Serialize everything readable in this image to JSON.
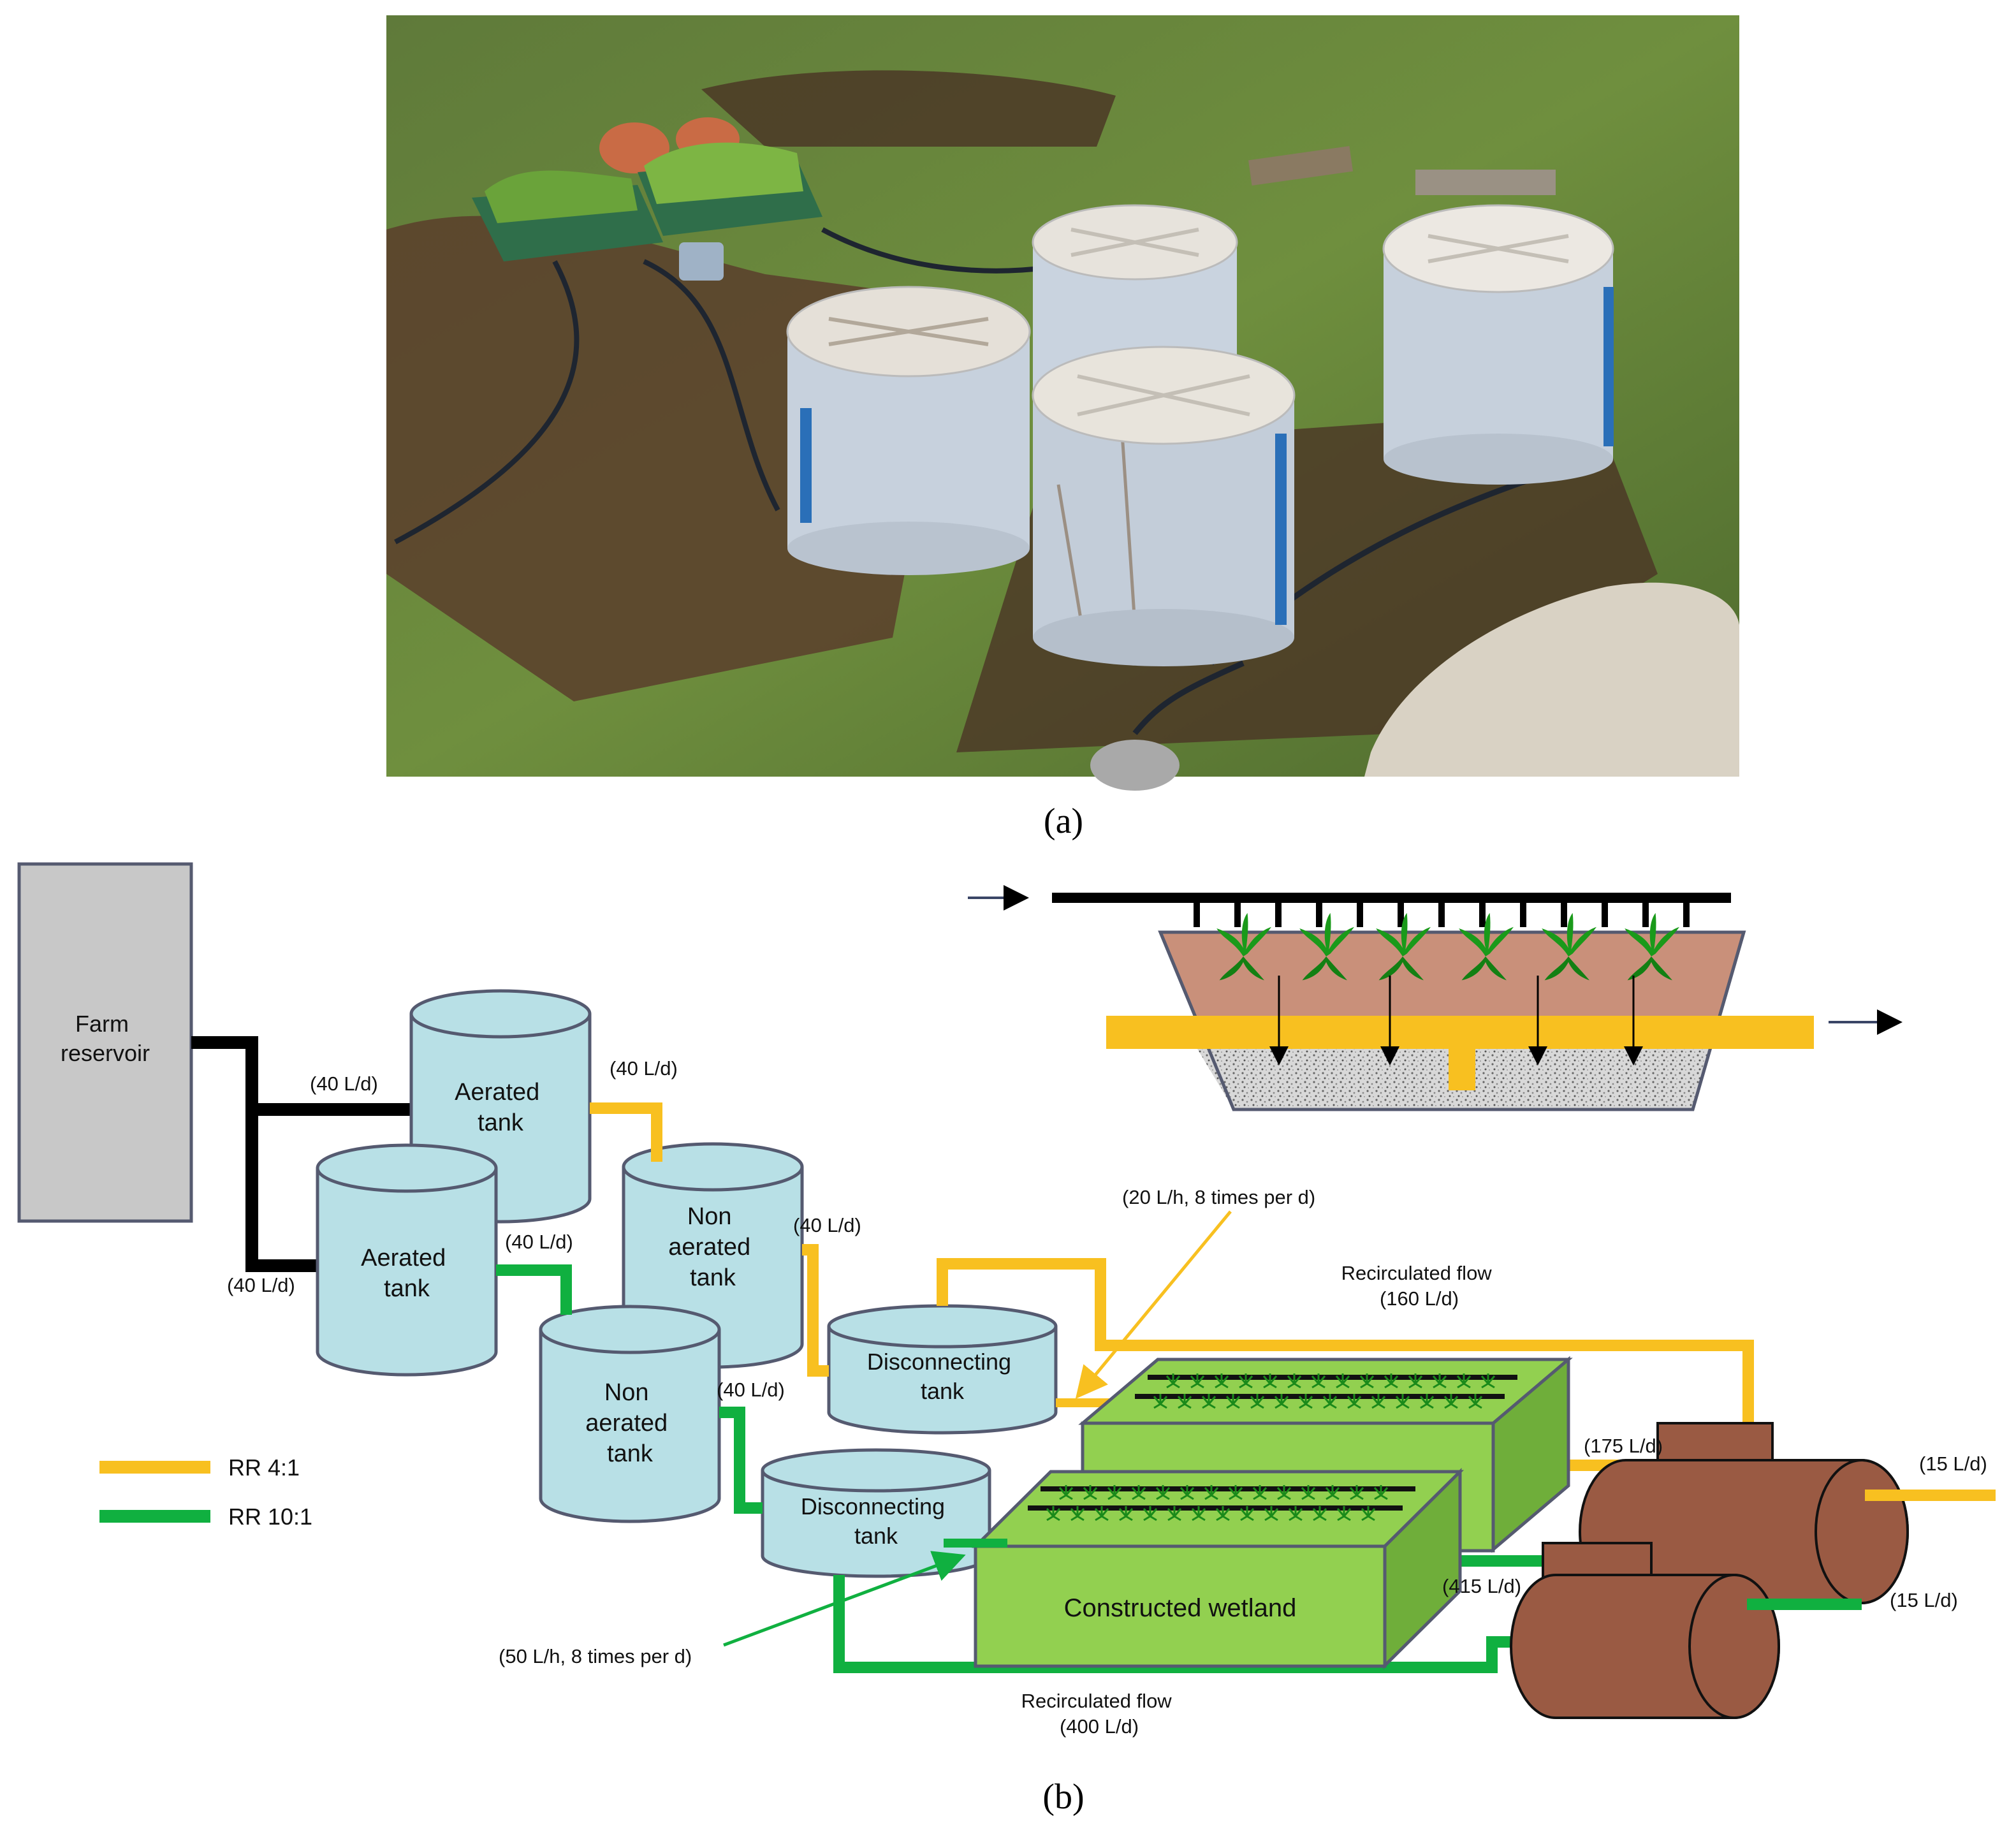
{
  "panel_a": {
    "caption": "(a)",
    "photo_subject": "outdoor pilot plant with four lidded cylindrical tanks, hoses and two planted wetland units"
  },
  "panel_b": {
    "caption": "(b)",
    "farm_reservoir": [
      "Farm",
      "reservoir"
    ],
    "aerated_tank_1": [
      "Aerated",
      "tank"
    ],
    "aerated_tank_2": [
      "Aerated",
      "tank"
    ],
    "non_aerated_tank_1": [
      "Non",
      "aerated",
      "tank"
    ],
    "non_aerated_tank_2": [
      "Non",
      "aerated",
      "tank"
    ],
    "disconnecting_tank_1": [
      "Disconnecting",
      "tank"
    ],
    "disconnecting_tank_2": [
      "Disconnecting",
      "tank"
    ],
    "constructed_wetland": "Constructed wetland",
    "flows": {
      "reservoir_to_aerated_top": "(40 L/d)",
      "reservoir_to_aerated_bottom": "(40 L/d)",
      "aerated_to_non_aerated_top": "(40 L/d)",
      "aerated_to_non_aerated_bottom": "(40 L/d)",
      "non_aerated_to_disconnecting_top": "(40 L/d)",
      "non_aerated_to_disconnecting_bottom": "(40 L/d)",
      "dosing_rr4": "(20 L/h, 8 times per d)",
      "dosing_rr10": "(50 L/h, 8 times per d)",
      "recirculated_rr4": [
        "Recirculated flow",
        "(160 L/d)"
      ],
      "recirculated_rr10": [
        "Recirculated flow",
        "(400 L/d)"
      ],
      "wetland_out_rr4": "(175 L/d)",
      "wetland_out_rr10": "(415 L/d)",
      "effluent_rr4": "(15 L/d)",
      "effluent_rr10": "(15 L/d)"
    },
    "legend": [
      {
        "label": "RR 4:1",
        "color": "#F8C020"
      },
      {
        "label": "RR 10:1",
        "color": "#10B040"
      }
    ]
  },
  "colors": {
    "rr4": "#F8C020",
    "rr10": "#10B040",
    "tank_fill": "#B8E0E6",
    "wetland_green": "#92D050",
    "reservoir_grey": "#C8C8C8",
    "storage_brown": "#9A5A43",
    "soil_brown": "#C9907A"
  }
}
